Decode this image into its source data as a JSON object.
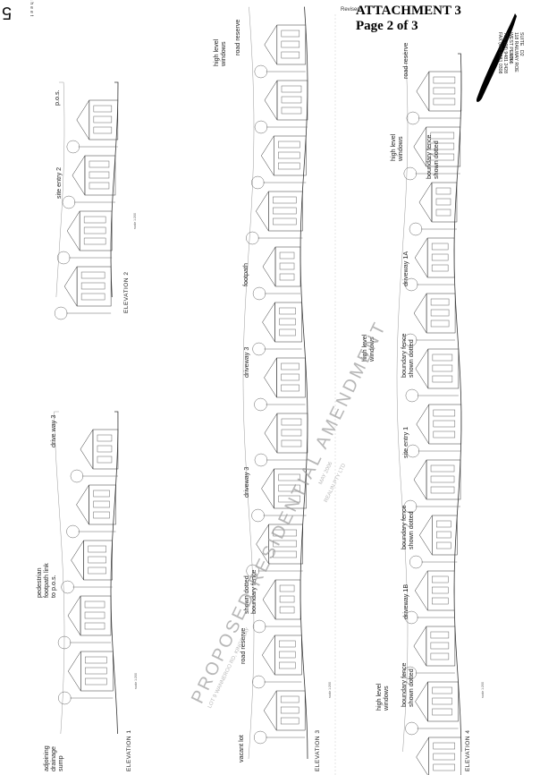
{
  "header": {
    "attachment": "ATTACHMENT 3",
    "page": "Page 2 of 3",
    "revised": "Revised"
  },
  "sheet": {
    "number": "5",
    "word": "sheet"
  },
  "title_block": {
    "suite": "SUITE",
    "suite_no": "D2",
    "address": "118 RAILWAY ROE",
    "suburb": "WEST PERTH",
    "postcode": "6005",
    "tel": "TEL (08) 9481 2428",
    "fax": "FAX (08) 9481 0308"
  },
  "elevations": [
    {
      "id": "elevation-1",
      "title": "ELEVATION 1",
      "scale": "scale 1:200",
      "labels": [
        {
          "name": "adjoining-drainage-sump-label",
          "lines": [
            "adjoining",
            "drainage",
            "sump"
          ]
        },
        {
          "name": "pedestrian-footpath-link-label",
          "lines": [
            "pedestrian",
            "footpath link",
            "to p.o.s."
          ]
        },
        {
          "name": "drive-way-3-label",
          "lines": [
            "drive way 3"
          ]
        }
      ]
    },
    {
      "id": "elevation-2",
      "title": "ELEVATION 2",
      "scale": "scale 1:200",
      "labels": [
        {
          "name": "site-entry-2-label",
          "lines": [
            "site entry 2"
          ]
        },
        {
          "name": "pos-label",
          "lines": [
            "p.o.s."
          ]
        }
      ]
    },
    {
      "id": "elevation-3",
      "title": "ELEVATION 3",
      "scale": "scale 1:200",
      "labels": [
        {
          "name": "vacant-lot-label",
          "lines": [
            "vacant lot"
          ]
        },
        {
          "name": "road-reserve-label",
          "lines": [
            "road reserve"
          ]
        },
        {
          "name": "boundary-fence-shown-dotted-label",
          "lines": [
            "boundary fence",
            "shown dotted"
          ]
        },
        {
          "name": "driveway-3-a-label",
          "lines": [
            "driveway 3"
          ]
        },
        {
          "name": "driveway-3-b-label",
          "lines": [
            "driveway 3"
          ]
        },
        {
          "name": "footpath-label",
          "lines": [
            "footpath"
          ]
        },
        {
          "name": "high-level-windows-label",
          "lines": [
            "high level",
            "windows"
          ]
        },
        {
          "name": "road-reserve-top-label",
          "lines": [
            "road reserve"
          ]
        }
      ]
    },
    {
      "id": "elevation-4",
      "title": "ELEVATION 4",
      "scale": "scale 1:200",
      "labels": [
        {
          "name": "high-level-windows-1-label",
          "lines": [
            "high level",
            "windows"
          ]
        },
        {
          "name": "boundary-fence-1-label",
          "lines": [
            "boundary fence",
            "shown dotted"
          ]
        },
        {
          "name": "driveway-1b-label",
          "lines": [
            "driveway 1B"
          ]
        },
        {
          "name": "boundary-fence-2-label",
          "lines": [
            "boundary fence",
            "shown dotted"
          ]
        },
        {
          "name": "site-entry-1-label",
          "lines": [
            "site entry 1"
          ]
        },
        {
          "name": "boundary-fence-3-label",
          "lines": [
            "boundary fence",
            "shown dotted"
          ]
        },
        {
          "name": "high-level-windows-2-label",
          "lines": [
            "high level",
            "windows"
          ]
        },
        {
          "name": "driveway-1a-label",
          "lines": [
            "driveway 1A"
          ]
        },
        {
          "name": "boundary-fence-4-label",
          "lines": [
            "boundary fence",
            "shown dotted"
          ]
        },
        {
          "name": "high-level-windows-3-label",
          "lines": [
            "high level",
            "windows"
          ]
        },
        {
          "name": "road-reserve-4-label",
          "lines": [
            "road reserve"
          ]
        }
      ]
    }
  ],
  "stamp": {
    "text": "PROPOSED RESIDENTIAL AMENDMENT",
    "sub": "LOT 9 WANNEROO RD, KINGSWAY",
    "date": "MAY 2006",
    "firm": "REALIN PTY LTD"
  },
  "colors": {
    "ink": "#222222",
    "faint": "#9a9a9a",
    "logo": "#000000"
  }
}
